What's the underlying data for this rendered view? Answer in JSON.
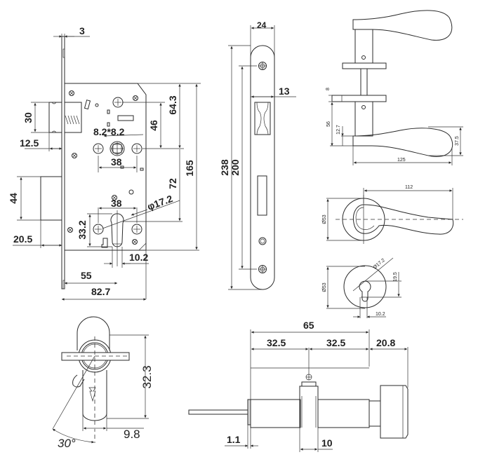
{
  "drawing": {
    "title": "Mortice lock, strike plate, lever handle and euro cylinder dimension drawing",
    "units": "mm",
    "colors": {
      "line": "#2a2a2a",
      "background": "#ffffff"
    }
  },
  "lock_body": {
    "dims": {
      "faceplate_thickness": "3",
      "latch_height": "30",
      "latch_projection": "12.5",
      "deadbolt_height": "44",
      "deadbolt_projection": "20.5",
      "backset": "55",
      "case_width": "82.7",
      "spindle_to_top": "46",
      "spindle_height": "64.3",
      "case_height": "165",
      "centre_distance": "72",
      "spindle_square": "8.2*8.2",
      "screw_spacing_top": "38",
      "screw_spacing_bottom": "38",
      "cylinder_diameter": "φ17.2",
      "cylinder_profile_height": "33.2",
      "cylinder_slot_width": "10.2"
    }
  },
  "strike_plate": {
    "dims": {
      "plate_width": "24",
      "total_length": "238",
      "screw_spacing": "200",
      "latch_window_width": "13"
    }
  },
  "lever_side": {
    "dims": {
      "rose_thickness": "8",
      "rose_to_lever": "56",
      "lever_offset": "12.7",
      "grip_height": "37.5",
      "lever_length": "125"
    }
  },
  "lever_top": {
    "dims": {
      "projection": "112",
      "rose_diameter": "Ø53"
    }
  },
  "escutcheon": {
    "dims": {
      "keyhole_diameter": "Ø17.2",
      "keyhole_height": "19.5",
      "rose_diameter": "Ø53",
      "slot_width": "10.2"
    }
  },
  "cylinder_end": {
    "dims": {
      "profile_height": "32.3",
      "profile_width": "9.8",
      "cam_angle": "30°"
    }
  },
  "cylinder_side": {
    "dims": {
      "total_length": "65",
      "half_left": "32.5",
      "half_right": "32.5",
      "knob_length": "20.8",
      "flange": "1.1",
      "cam_width": "10"
    }
  }
}
